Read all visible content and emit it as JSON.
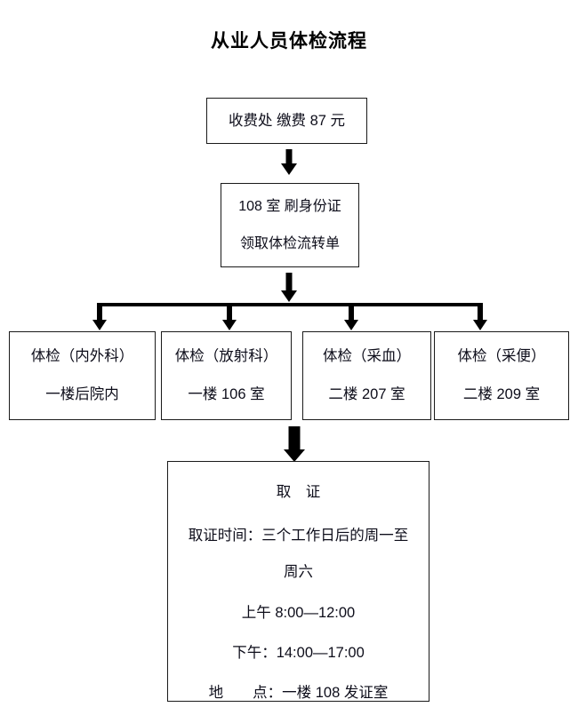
{
  "title": "从业人员体检流程",
  "flow": {
    "fee_box": {
      "lines": [
        "收费处 缴费 87 元"
      ]
    },
    "idcard_box": {
      "lines": [
        "108 室 刷身份证",
        "领取体检流转单"
      ]
    },
    "exam_boxes": [
      {
        "name": "体检（内外科）",
        "location": "一楼后院内"
      },
      {
        "name": "体检（放射科）",
        "location": "一楼 106 室"
      },
      {
        "name": "体检（采血）",
        "location": "二楼 207 室"
      },
      {
        "name": "体检（采便）",
        "location": "二楼 209 室"
      }
    ],
    "pickup_box": {
      "heading": "取　证",
      "time_label_line1": "取证时间：三个工作日后的周一至",
      "time_label_line2": "周六",
      "morning": "上午 8:00—12:00",
      "afternoon": "下午：14:00—17:00",
      "place": "地　　点：一楼 108 发证室"
    }
  },
  "connectors": {
    "fee_to_idcard": "arrow-down",
    "idcard_to_split": "arrow-down",
    "split_bus": "horizontal-bus-4-way",
    "blood_to_pickup": "arrow-down"
  },
  "colors": {
    "ink": "#000000",
    "text": "#0d0d1a",
    "background": "#ffffff",
    "border": "#1a1a1a"
  }
}
